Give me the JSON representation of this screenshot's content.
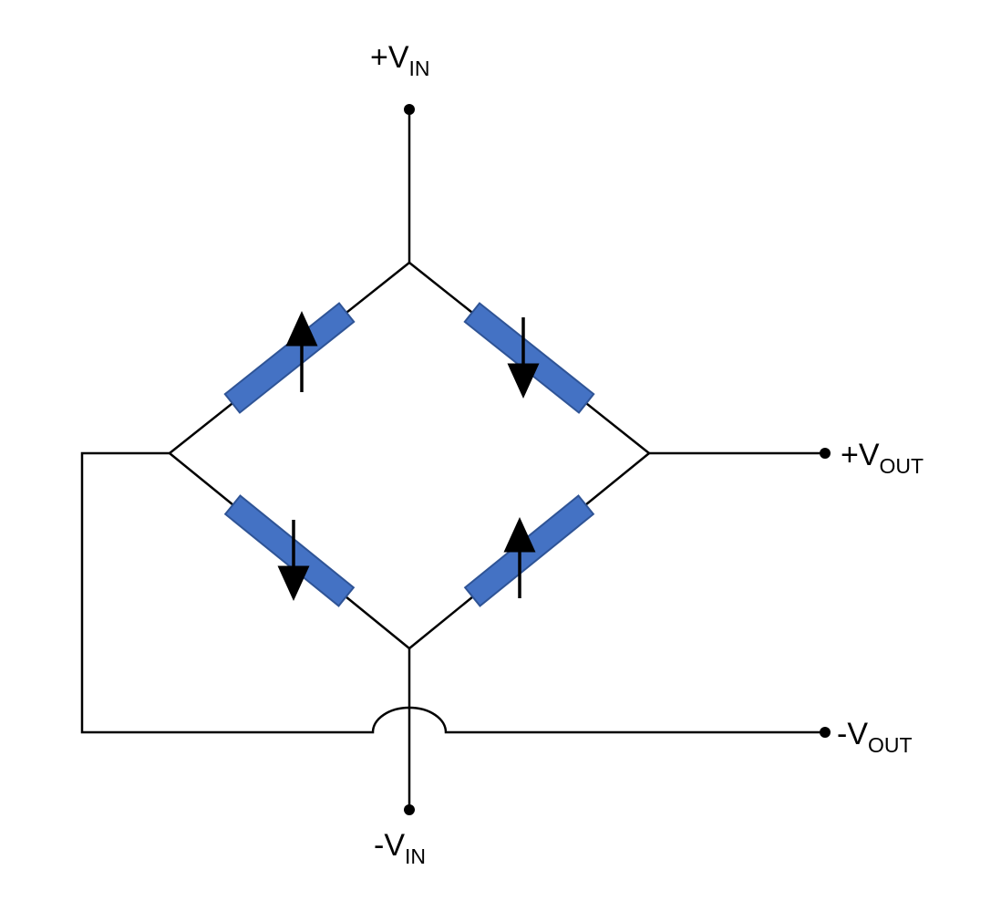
{
  "diagram": {
    "type": "wheatstone-bridge-strain-gauge-circuit",
    "colors": {
      "gauge_fill": "#4472C4",
      "gauge_stroke": "#2F5496",
      "wire": "#000000"
    },
    "terminals": {
      "vin_pos": {
        "main": "+V",
        "sub": "IN"
      },
      "vin_neg": {
        "main": "-V",
        "sub": "IN"
      },
      "vout_pos": {
        "main": "+V",
        "sub": "OUT"
      },
      "vout_neg": {
        "main": "-V",
        "sub": "OUT"
      }
    },
    "gauges": [
      {
        "position": "top-left",
        "arrow": "up"
      },
      {
        "position": "top-right",
        "arrow": "down"
      },
      {
        "position": "bottom-left",
        "arrow": "down"
      },
      {
        "position": "bottom-right",
        "arrow": "up"
      }
    ]
  }
}
